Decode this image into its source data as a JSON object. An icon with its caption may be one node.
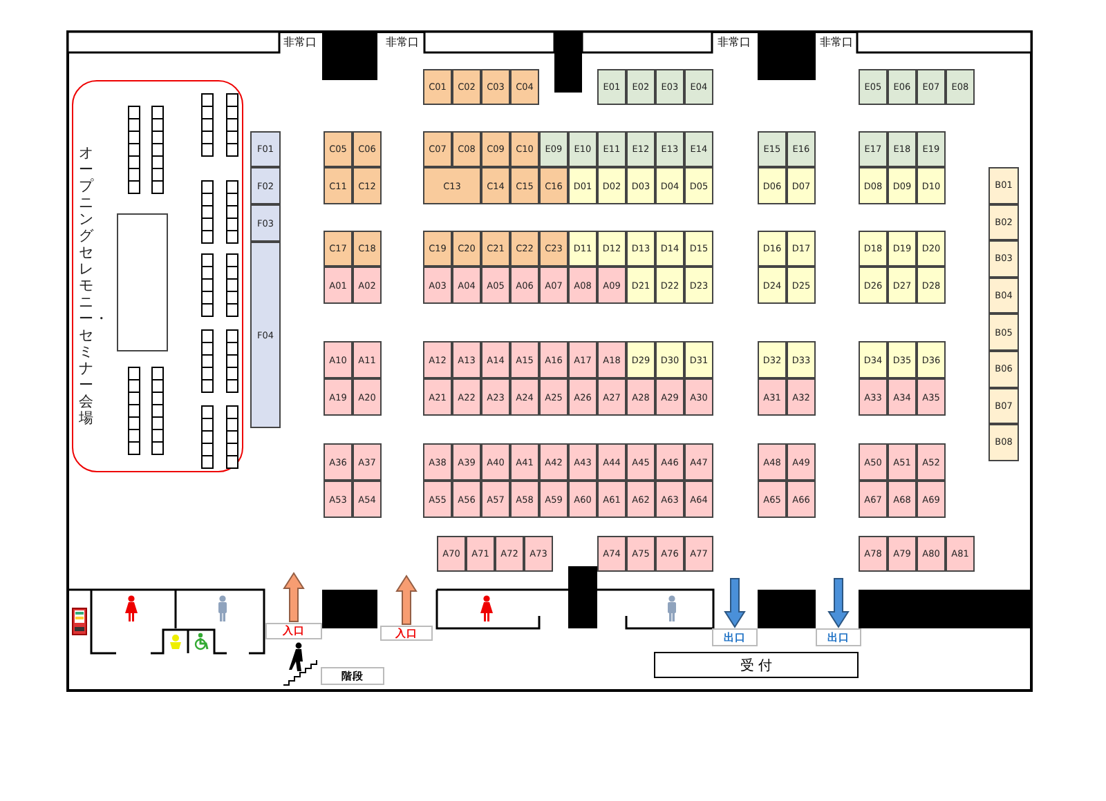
{
  "diagram": {
    "nodes": [
      {
        "text": [
          "オープニングセレモニー・セミナー会場"
        ]
      },
      {
        "text": [
          "F01"
        ]
      },
      {
        "text": [
          "F02"
        ]
      },
      {
        "text": [
          "F03"
        ]
      },
      {
        "text": [
          "F04"
        ]
      },
      {
        "text": [
          "C01"
        ]
      },
      {
        "text": [
          "C02"
        ]
      },
      {
        "text": [
          "C03"
        ]
      },
      {
        "text": [
          "C04"
        ]
      },
      {
        "text": [
          "E01"
        ]
      },
      {
        "text": [
          "E02"
        ]
      },
      {
        "text": [
          "E03"
        ]
      },
      {
        "text": [
          "E04"
        ]
      },
      {
        "text": [
          "E05"
        ]
      },
      {
        "text": [
          "E06"
        ]
      },
      {
        "text": [
          "E07"
        ]
      },
      {
        "text": [
          "E08"
        ]
      },
      {
        "text": [
          "C05"
        ]
      },
      {
        "text": [
          "C06"
        ]
      },
      {
        "text": [
          "C07"
        ]
      },
      {
        "text": [
          "C08"
        ]
      },
      {
        "text": [
          "C09"
        ]
      },
      {
        "text": [
          "C10"
        ]
      },
      {
        "text": [
          "E09"
        ]
      },
      {
        "text": [
          "E10"
        ]
      },
      {
        "text": [
          "E11"
        ]
      },
      {
        "text": [
          "E12"
        ]
      },
      {
        "text": [
          "E13"
        ]
      },
      {
        "text": [
          "E14"
        ]
      },
      {
        "text": [
          "E15"
        ]
      },
      {
        "text": [
          "E16"
        ]
      },
      {
        "text": [
          "E17"
        ]
      },
      {
        "text": [
          "E18"
        ]
      },
      {
        "text": [
          "E19"
        ]
      },
      {
        "text": [
          "C11"
        ]
      },
      {
        "text": [
          "C12"
        ]
      },
      {
        "text": [
          "C13"
        ]
      },
      {
        "text": [
          "C14"
        ]
      },
      {
        "text": [
          "C15"
        ]
      },
      {
        "text": [
          "C16"
        ]
      },
      {
        "text": [
          "D01"
        ]
      },
      {
        "text": [
          "D02"
        ]
      },
      {
        "text": [
          "D03"
        ]
      },
      {
        "text": [
          "D04"
        ]
      },
      {
        "text": [
          "D05"
        ]
      },
      {
        "text": [
          "D06"
        ]
      },
      {
        "text": [
          "D07"
        ]
      },
      {
        "text": [
          "D08"
        ]
      },
      {
        "text": [
          "D09"
        ]
      },
      {
        "text": [
          "D10"
        ]
      },
      {
        "text": [
          "C17"
        ]
      },
      {
        "text": [
          "C18"
        ]
      },
      {
        "text": [
          "C19"
        ]
      },
      {
        "text": [
          "C20"
        ]
      },
      {
        "text": [
          "C21"
        ]
      },
      {
        "text": [
          "C22"
        ]
      },
      {
        "text": [
          "C23"
        ]
      },
      {
        "text": [
          "D11"
        ]
      },
      {
        "text": [
          "D12"
        ]
      },
      {
        "text": [
          "D13"
        ]
      },
      {
        "text": [
          "D14"
        ]
      },
      {
        "text": [
          "D15"
        ]
      },
      {
        "text": [
          "D16"
        ]
      },
      {
        "text": [
          "D17"
        ]
      },
      {
        "text": [
          "D18"
        ]
      },
      {
        "text": [
          "D19"
        ]
      },
      {
        "text": [
          "D20"
        ]
      },
      {
        "text": [
          "A01"
        ]
      },
      {
        "text": [
          "A02"
        ]
      },
      {
        "text": [
          "A03"
        ]
      },
      {
        "text": [
          "A04"
        ]
      },
      {
        "text": [
          "A05"
        ]
      },
      {
        "text": [
          "A06"
        ]
      },
      {
        "text": [
          "A07"
        ]
      },
      {
        "text": [
          "A08"
        ]
      },
      {
        "text": [
          "A09"
        ]
      },
      {
        "text": [
          "D21"
        ]
      },
      {
        "text": [
          "D22"
        ]
      },
      {
        "text": [
          "D23"
        ]
      },
      {
        "text": [
          "D24"
        ]
      },
      {
        "text": [
          "D25"
        ]
      },
      {
        "text": [
          "D26"
        ]
      },
      {
        "text": [
          "D27"
        ]
      },
      {
        "text": [
          "D28"
        ]
      },
      {
        "text": [
          "A10"
        ]
      },
      {
        "text": [
          "A11"
        ]
      },
      {
        "text": [
          "A12"
        ]
      },
      {
        "text": [
          "A13"
        ]
      },
      {
        "text": [
          "A14"
        ]
      },
      {
        "text": [
          "A15"
        ]
      },
      {
        "text": [
          "A16"
        ]
      },
      {
        "text": [
          "A17"
        ]
      },
      {
        "text": [
          "A18"
        ]
      },
      {
        "text": [
          "D29"
        ]
      },
      {
        "text": [
          "D30"
        ]
      },
      {
        "text": [
          "D31"
        ]
      },
      {
        "text": [
          "D32"
        ]
      },
      {
        "text": [
          "D33"
        ]
      },
      {
        "text": [
          "D34"
        ]
      },
      {
        "text": [
          "D35"
        ]
      },
      {
        "text": [
          "D36"
        ]
      },
      {
        "text": [
          "A19"
        ]
      },
      {
        "text": [
          "A20"
        ]
      },
      {
        "text": [
          "A21"
        ]
      },
      {
        "text": [
          "A22"
        ]
      },
      {
        "text": [
          "A23"
        ]
      },
      {
        "text": [
          "A24"
        ]
      },
      {
        "text": [
          "A25"
        ]
      },
      {
        "text": [
          "A26"
        ]
      },
      {
        "text": [
          "A27"
        ]
      },
      {
        "text": [
          "A28"
        ]
      },
      {
        "text": [
          "A29"
        ]
      },
      {
        "text": [
          "A30"
        ]
      },
      {
        "text": [
          "A31"
        ]
      },
      {
        "text": [
          "A32"
        ]
      },
      {
        "text": [
          "A33"
        ]
      },
      {
        "text": [
          "A34"
        ]
      },
      {
        "text": [
          "A35"
        ]
      },
      {
        "text": [
          "A36"
        ]
      },
      {
        "text": [
          "A37"
        ]
      },
      {
        "text": [
          "A38"
        ]
      },
      {
        "text": [
          "A39"
        ]
      },
      {
        "text": [
          "A40"
        ]
      },
      {
        "text": [
          "A41"
        ]
      },
      {
        "text": [
          "A42"
        ]
      },
      {
        "text": [
          "A43"
        ]
      },
      {
        "text": [
          "A44"
        ]
      },
      {
        "text": [
          "A45"
        ]
      },
      {
        "text": [
          "A46"
        ]
      },
      {
        "text": [
          "A47"
        ]
      },
      {
        "text": [
          "A48"
        ]
      },
      {
        "text": [
          "A49"
        ]
      },
      {
        "text": [
          "A50"
        ]
      },
      {
        "text": [
          "A51"
        ]
      },
      {
        "text": [
          "A52"
        ]
      },
      {
        "text": [
          "A53"
        ]
      },
      {
        "text": [
          "A54"
        ]
      },
      {
        "text": [
          "A55"
        ]
      },
      {
        "text": [
          "A56"
        ]
      },
      {
        "text": [
          "A57"
        ]
      },
      {
        "text": [
          "A58"
        ]
      },
      {
        "text": [
          "A59"
        ]
      },
      {
        "text": [
          "A60"
        ]
      },
      {
        "text": [
          "A61"
        ]
      },
      {
        "text": [
          "A62"
        ]
      },
      {
        "text": [
          "A63"
        ]
      },
      {
        "text": [
          "A64"
        ]
      },
      {
        "text": [
          "A65"
        ]
      },
      {
        "text": [
          "A66"
        ]
      },
      {
        "text": [
          "A67"
        ]
      },
      {
        "text": [
          "A68"
        ]
      },
      {
        "text": [
          "A69"
        ]
      },
      {
        "text": [
          "A70"
        ]
      },
      {
        "text": [
          "A71"
        ]
      },
      {
        "text": [
          "A72"
        ]
      },
      {
        "text": [
          "A73"
        ]
      },
      {
        "text": [
          "A74"
        ]
      },
      {
        "text": [
          "A75"
        ]
      },
      {
        "text": [
          "A76"
        ]
      },
      {
        "text": [
          "A77"
        ]
      },
      {
        "text": [
          "A78"
        ]
      },
      {
        "text": [
          "A79"
        ]
      },
      {
        "text": [
          "A80"
        ]
      },
      {
        "text": [
          "A81"
        ]
      },
      {
        "text": [
          "B01"
        ]
      },
      {
        "text": [
          "B02"
        ]
      },
      {
        "text": [
          "B03"
        ]
      },
      {
        "text": [
          "B04"
        ]
      },
      {
        "text": [
          "B05"
        ]
      },
      {
        "text": [
          "B06"
        ]
      },
      {
        "text": [
          "B07"
        ]
      },
      {
        "text": [
          "B08"
        ]
      },
      {
        "text": [
          "入口"
        ]
      },
      {
        "text": [
          "入口"
        ]
      },
      {
        "text": [
          "階段"
        ]
      },
      {
        "text": [
          "出口"
        ]
      },
      {
        "text": [
          "出口"
        ]
      },
      {
        "text": [
          "受 付"
        ]
      }
    ],
    "edges": [
      {
        "from": 172,
        "to": null,
        "arrow": "to",
        "color": "#f79d72"
      },
      {
        "from": 173,
        "to": null,
        "arrow": "to",
        "color": "#f79d72"
      },
      {
        "from": null,
        "to": 175,
        "arrow": "to",
        "color": "#4a90d9"
      },
      {
        "from": null,
        "to": 176,
        "arrow": "to",
        "color": "#4a90d9"
      }
    ],
    "labels": [
      "非常口",
      "非常口",
      "非常口",
      "非常口"
    ]
  }
}
